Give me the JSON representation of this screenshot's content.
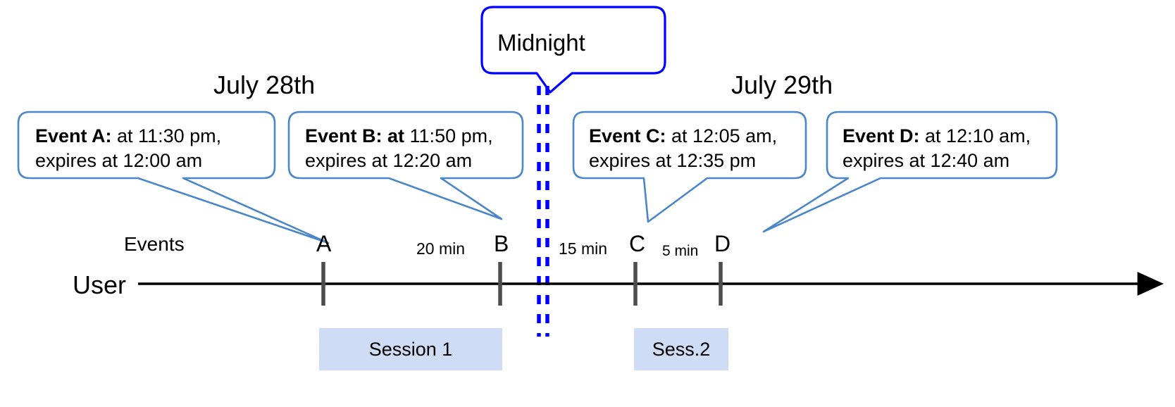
{
  "diagram": {
    "title_callout": {
      "label": "Midnight",
      "border_color": "#0000ff"
    },
    "dates": [
      {
        "label": "July 28th"
      },
      {
        "label": "July 29th"
      }
    ],
    "axis": {
      "row_label": "User",
      "events_label": "Events",
      "line_color": "#000000",
      "marker_color": "#4d4d4d"
    },
    "callouts": [
      {
        "id": "event-a",
        "bold_text": "Event A:",
        "line1_rest": " at 11:30 pm,",
        "line2": "expires at 12:00 am",
        "border_color": "#4a86c8"
      },
      {
        "id": "event-b",
        "bold_text": "Event B: at",
        "line1_rest": " 11:50 pm,",
        "line2": "expires at 12:20 am",
        "border_color": "#4a86c8"
      },
      {
        "id": "event-c",
        "bold_text": "Event C:",
        "line1_rest": " at 12:05 am,",
        "line2": "expires at 12:35 pm",
        "border_color": "#4a86c8"
      },
      {
        "id": "event-d",
        "bold_text": "Event D:",
        "line1_rest": "  at 12:10 am,",
        "line2": "expires at 12:40 am",
        "border_color": "#4a86c8"
      }
    ],
    "markers": [
      {
        "label": "A"
      },
      {
        "label": "B"
      },
      {
        "label": "C"
      },
      {
        "label": "D"
      }
    ],
    "intervals": [
      {
        "label": "20 min"
      },
      {
        "label": "15 min"
      },
      {
        "label": "5 min"
      }
    ],
    "sessions": [
      {
        "label": "Session 1",
        "fill": "#cfdcf5"
      },
      {
        "label": "Sess.2",
        "fill": "#cfdcf5"
      }
    ],
    "midnight_line": {
      "color": "#0000ff",
      "style": "double-dashed"
    }
  }
}
